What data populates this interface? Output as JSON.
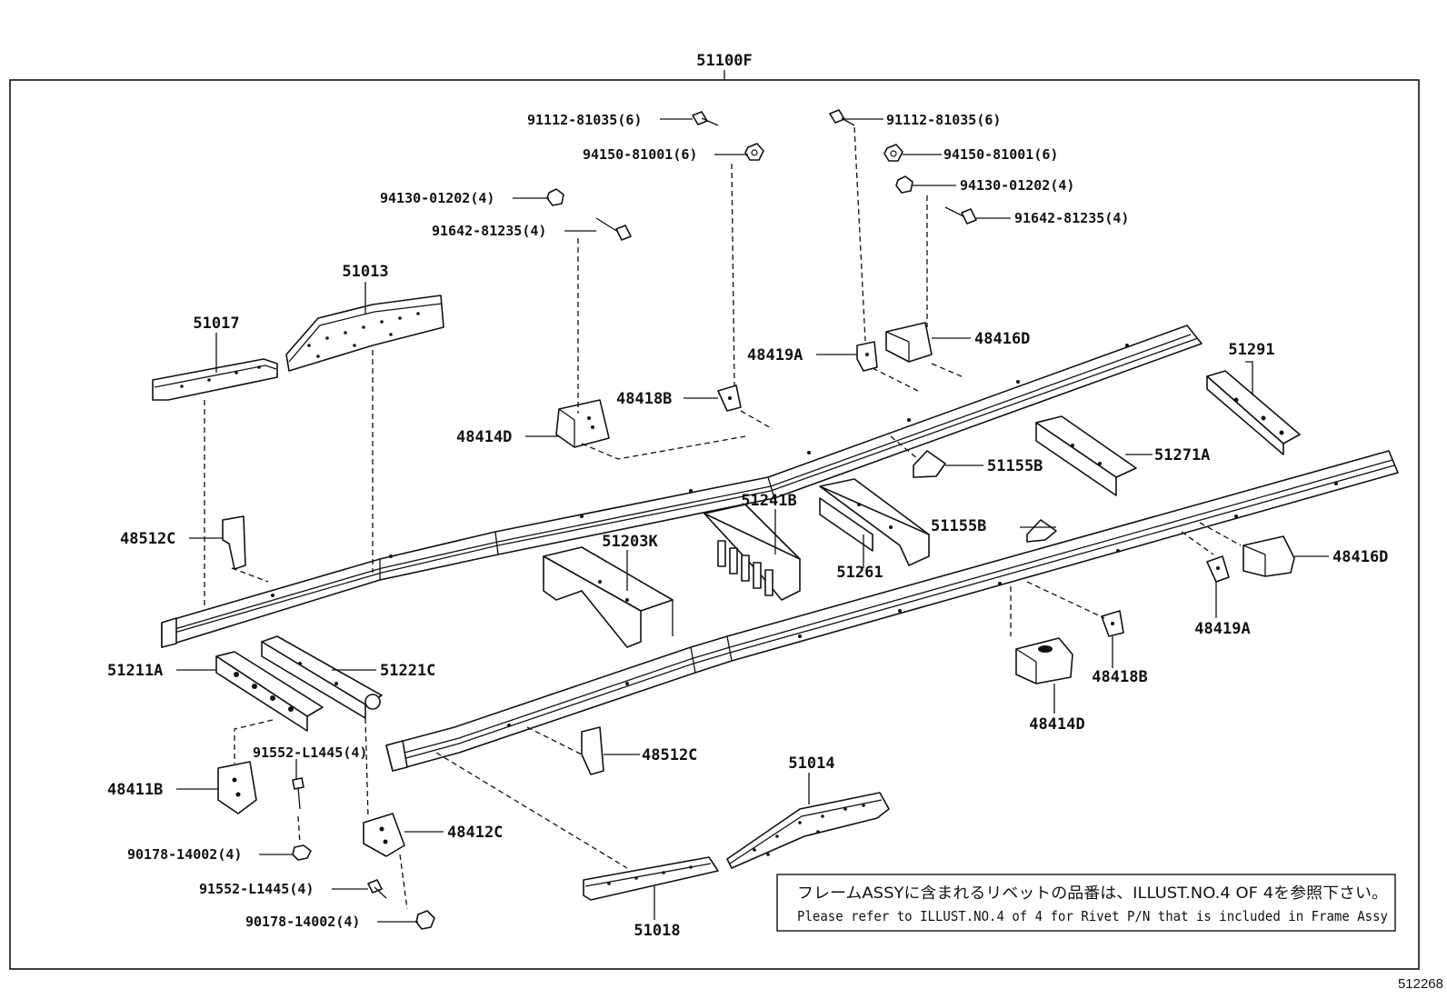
{
  "diagram": {
    "assembly_label": "51100F",
    "figure_number": "512268",
    "note": {
      "japanese": "フレームASSYに含まれるリベットの品番は、ILLUST.NO.4 OF 4を参照下さい。",
      "english": "Please refer to ILLUST.NO.4 of 4 for Rivet P/N that is included in Frame Assy"
    },
    "labels": {
      "bolt_left": "91112-81035(6)",
      "nut_left": "94150-81001(6)",
      "nut_small_left": "94130-01202(4)",
      "bolt_small_left": "91642-81235(4)",
      "bolt_right": "91112-81035(6)",
      "nut_right": "94150-81001(6)",
      "nut_small_right": "94130-01202(4)",
      "bolt_small_right": "91642-81235(4)",
      "p51013": "51013",
      "p51017": "51017",
      "p48416d_top": "48416D",
      "p48419a_top": "48419A",
      "p48418b_top": "48418B",
      "p48414d_top": "48414D",
      "p51291": "51291",
      "p51155b_a": "51155B",
      "p51271a": "51271A",
      "p51241b": "51241B",
      "p51155b_b": "51155B",
      "p48512c_left": "48512C",
      "p51203k": "51203K",
      "p51261": "51261",
      "p48416d_right": "48416D",
      "p48419a_right": "48419A",
      "p51211a": "51211A",
      "p51221c": "51221C",
      "p48418b_right": "48418B",
      "p48414d_bottom": "48414D",
      "rivet_upper": "91552-L1445(4)",
      "p48512c_bottom": "48512C",
      "p48411b": "48411B",
      "p51014": "51014",
      "p48412c": "48412C",
      "nut_lower_left": "90178-14002(4)",
      "rivet_lower": "91552-L1445(4)",
      "nut_lower_bottom": "90178-14002(4)",
      "p51018": "51018"
    }
  }
}
